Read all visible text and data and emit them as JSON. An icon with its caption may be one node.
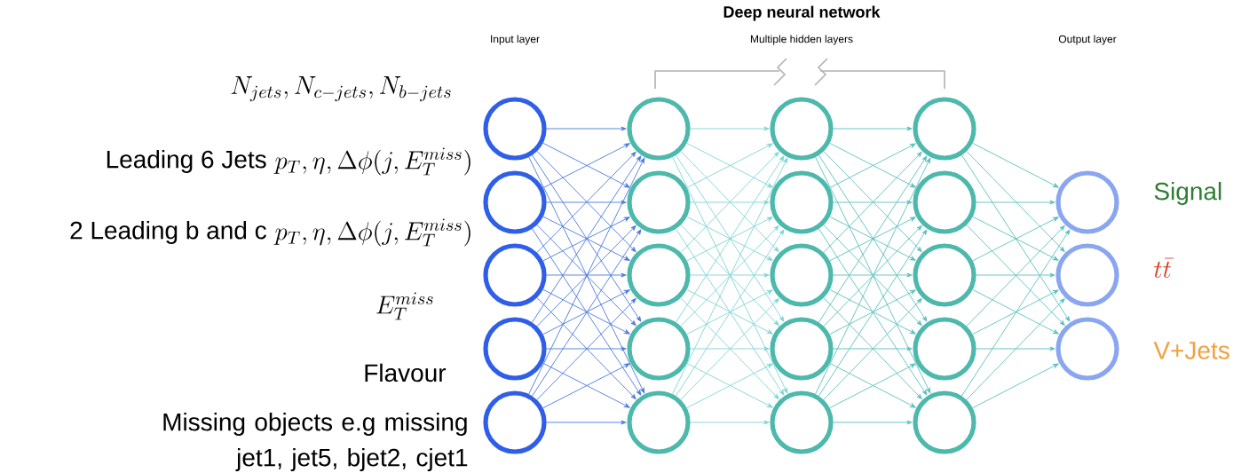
{
  "diagram": {
    "title": "Deep neural network",
    "nodes": [
      {
        "text": [],
        "shape": "circle"
      },
      {
        "text": [],
        "shape": "circle"
      },
      {
        "text": [],
        "shape": "circle"
      },
      {
        "text": [],
        "shape": "circle"
      },
      {
        "text": [],
        "shape": "circle"
      },
      {
        "text": [],
        "shape": "circle"
      },
      {
        "text": [],
        "shape": "circle"
      },
      {
        "text": [],
        "shape": "circle"
      },
      {
        "text": [],
        "shape": "circle"
      },
      {
        "text": [],
        "shape": "circle"
      },
      {
        "text": [],
        "shape": "circle"
      },
      {
        "text": [],
        "shape": "circle"
      },
      {
        "text": [],
        "shape": "circle"
      },
      {
        "text": [],
        "shape": "circle"
      },
      {
        "text": [],
        "shape": "circle"
      },
      {
        "text": [],
        "shape": "circle"
      },
      {
        "text": [],
        "shape": "circle"
      },
      {
        "text": [],
        "shape": "circle"
      },
      {
        "text": [],
        "shape": "circle"
      },
      {
        "text": [],
        "shape": "circle"
      },
      {
        "text": [],
        "shape": "circle"
      },
      {
        "text": [],
        "shape": "circle"
      },
      {
        "text": [],
        "shape": "circle"
      }
    ],
    "edges": [
      {
        "from": 0,
        "to": 5,
        "arrow": "to"
      },
      {
        "from": 0,
        "to": 6,
        "arrow": "to"
      },
      {
        "from": 0,
        "to": 7,
        "arrow": "to"
      },
      {
        "from": 0,
        "to": 8,
        "arrow": "to"
      },
      {
        "from": 0,
        "to": 9,
        "arrow": "to"
      },
      {
        "from": 1,
        "to": 5,
        "arrow": "to"
      },
      {
        "from": 1,
        "to": 6,
        "arrow": "to"
      },
      {
        "from": 1,
        "to": 7,
        "arrow": "to"
      },
      {
        "from": 1,
        "to": 8,
        "arrow": "to"
      },
      {
        "from": 1,
        "to": 9,
        "arrow": "to"
      },
      {
        "from": 2,
        "to": 5,
        "arrow": "to"
      },
      {
        "from": 2,
        "to": 6,
        "arrow": "to"
      },
      {
        "from": 2,
        "to": 7,
        "arrow": "to"
      },
      {
        "from": 2,
        "to": 8,
        "arrow": "to"
      },
      {
        "from": 2,
        "to": 9,
        "arrow": "to"
      },
      {
        "from": 3,
        "to": 5,
        "arrow": "to"
      },
      {
        "from": 3,
        "to": 6,
        "arrow": "to"
      },
      {
        "from": 3,
        "to": 7,
        "arrow": "to"
      },
      {
        "from": 3,
        "to": 8,
        "arrow": "to"
      },
      {
        "from": 3,
        "to": 9,
        "arrow": "to"
      },
      {
        "from": 4,
        "to": 5,
        "arrow": "to"
      },
      {
        "from": 4,
        "to": 6,
        "arrow": "to"
      },
      {
        "from": 4,
        "to": 7,
        "arrow": "to"
      },
      {
        "from": 4,
        "to": 8,
        "arrow": "to"
      },
      {
        "from": 4,
        "to": 9,
        "arrow": "to"
      },
      {
        "from": 5,
        "to": 10,
        "arrow": "to"
      },
      {
        "from": 5,
        "to": 11,
        "arrow": "to"
      },
      {
        "from": 5,
        "to": 12,
        "arrow": "to"
      },
      {
        "from": 5,
        "to": 13,
        "arrow": "to"
      },
      {
        "from": 5,
        "to": 14,
        "arrow": "to"
      },
      {
        "from": 6,
        "to": 10,
        "arrow": "to"
      },
      {
        "from": 6,
        "to": 11,
        "arrow": "to"
      },
      {
        "from": 6,
        "to": 12,
        "arrow": "to"
      },
      {
        "from": 6,
        "to": 13,
        "arrow": "to"
      },
      {
        "from": 6,
        "to": 14,
        "arrow": "to"
      },
      {
        "from": 7,
        "to": 10,
        "arrow": "to"
      },
      {
        "from": 7,
        "to": 11,
        "arrow": "to"
      },
      {
        "from": 7,
        "to": 12,
        "arrow": "to"
      },
      {
        "from": 7,
        "to": 13,
        "arrow": "to"
      },
      {
        "from": 7,
        "to": 14,
        "arrow": "to"
      },
      {
        "from": 8,
        "to": 10,
        "arrow": "to"
      },
      {
        "from": 8,
        "to": 11,
        "arrow": "to"
      },
      {
        "from": 8,
        "to": 12,
        "arrow": "to"
      },
      {
        "from": 8,
        "to": 13,
        "arrow": "to"
      },
      {
        "from": 8,
        "to": 14,
        "arrow": "to"
      },
      {
        "from": 9,
        "to": 10,
        "arrow": "to"
      },
      {
        "from": 9,
        "to": 11,
        "arrow": "to"
      },
      {
        "from": 9,
        "to": 12,
        "arrow": "to"
      },
      {
        "from": 9,
        "to": 13,
        "arrow": "to"
      },
      {
        "from": 9,
        "to": 14,
        "arrow": "to"
      },
      {
        "from": 10,
        "to": 15,
        "arrow": "to"
      },
      {
        "from": 10,
        "to": 16,
        "arrow": "to"
      },
      {
        "from": 10,
        "to": 17,
        "arrow": "to"
      },
      {
        "from": 10,
        "to": 18,
        "arrow": "to"
      },
      {
        "from": 10,
        "to": 19,
        "arrow": "to"
      },
      {
        "from": 11,
        "to": 15,
        "arrow": "to"
      },
      {
        "from": 11,
        "to": 16,
        "arrow": "to"
      },
      {
        "from": 11,
        "to": 17,
        "arrow": "to"
      },
      {
        "from": 11,
        "to": 18,
        "arrow": "to"
      },
      {
        "from": 11,
        "to": 19,
        "arrow": "to"
      },
      {
        "from": 12,
        "to": 15,
        "arrow": "to"
      },
      {
        "from": 12,
        "to": 16,
        "arrow": "to"
      },
      {
        "from": 12,
        "to": 17,
        "arrow": "to"
      },
      {
        "from": 12,
        "to": 18,
        "arrow": "to"
      },
      {
        "from": 12,
        "to": 19,
        "arrow": "to"
      },
      {
        "from": 13,
        "to": 15,
        "arrow": "to"
      },
      {
        "from": 13,
        "to": 16,
        "arrow": "to"
      },
      {
        "from": 13,
        "to": 17,
        "arrow": "to"
      },
      {
        "from": 13,
        "to": 18,
        "arrow": "to"
      },
      {
        "from": 13,
        "to": 19,
        "arrow": "to"
      },
      {
        "from": 14,
        "to": 15,
        "arrow": "to"
      },
      {
        "from": 14,
        "to": 16,
        "arrow": "to"
      },
      {
        "from": 14,
        "to": 17,
        "arrow": "to"
      },
      {
        "from": 14,
        "to": 18,
        "arrow": "to"
      },
      {
        "from": 14,
        "to": 19,
        "arrow": "to"
      },
      {
        "from": 15,
        "to": 20,
        "arrow": "to"
      },
      {
        "from": 15,
        "to": 21,
        "arrow": "to"
      },
      {
        "from": 15,
        "to": 22,
        "arrow": "to"
      },
      {
        "from": 16,
        "to": 20,
        "arrow": "to"
      },
      {
        "from": 16,
        "to": 21,
        "arrow": "to"
      },
      {
        "from": 16,
        "to": 22,
        "arrow": "to"
      },
      {
        "from": 17,
        "to": 20,
        "arrow": "to"
      },
      {
        "from": 17,
        "to": 21,
        "arrow": "to"
      },
      {
        "from": 17,
        "to": 22,
        "arrow": "to"
      },
      {
        "from": 18,
        "to": 20,
        "arrow": "to"
      },
      {
        "from": 18,
        "to": 21,
        "arrow": "to"
      },
      {
        "from": 18,
        "to": 22,
        "arrow": "to"
      },
      {
        "from": 19,
        "to": 20,
        "arrow": "to"
      },
      {
        "from": 19,
        "to": 21,
        "arrow": "to"
      },
      {
        "from": 19,
        "to": 22,
        "arrow": "to"
      }
    ],
    "labels": [
      "Input layer",
      "Multiple hidden layers",
      "Output layer",
      "N_{jets}, N_{c-jets}, N_{b-jets}",
      "Leading 6 Jets",
      "p_T, \\eta, \\Delta\\phi(j, E_T^{miss})",
      "2 Leading b and c",
      "p_T, \\eta, \\Delta\\phi(j, E_T^{miss})",
      "E_T^{miss}",
      "Flavour",
      "Missing objects e.g missing jet1, jet5, bjet2, cjet1",
      "Signal",
      "t\\bar{t}",
      "V+Jets"
    ]
  }
}
